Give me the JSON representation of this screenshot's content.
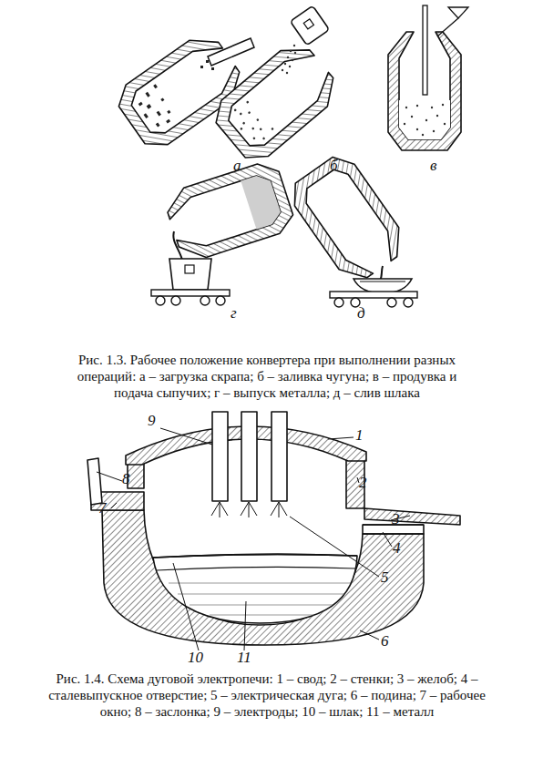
{
  "diagram": {
    "labels": [
      "а",
      "б",
      "в",
      "г",
      "д",
      "Рис. 1.3. Рабочее положение конвертера при выполнении разных операций: а – загрузка скрапа; б – заливка чугуна; в – продувка и подача сыпучих; г – выпуск металла; д – слив шлака",
      "9",
      "1",
      "8",
      "2",
      "7",
      "3",
      "4",
      "5",
      "6",
      "10",
      "11",
      "Рис. 1.4. Схема дуговой электропечи: 1 – свод; 2 – стенки; 3 – желоб; 4 – сталевыпускное отверстие; 5 – электрическая дуга; 6 – подина; 7 – рабочее окно; 8 – заслонка; 9 – электроды; 10 – шлак; 11 – металл"
    ]
  }
}
